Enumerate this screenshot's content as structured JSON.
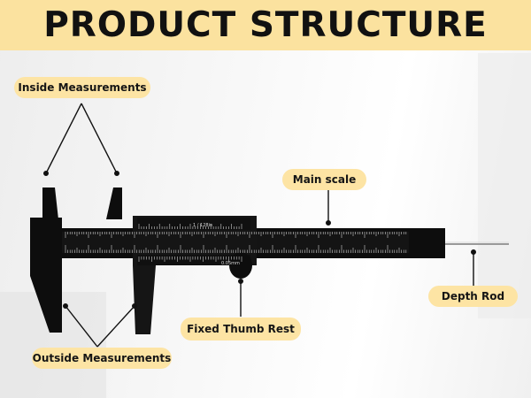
{
  "header": {
    "title": "PRODUCT STRUCTURE"
  },
  "labels": {
    "inside_measurements": "Inside Measurements",
    "main_scale": "Main scale",
    "depth_rod": "Depth Rod",
    "fixed_thumb_rest": "Fixed Thumb Rest",
    "outside_measurements": "Outside Measurements"
  },
  "caliper": {
    "unit_label": "1 / 128in",
    "resolution_label": "0.05mm"
  },
  "colors": {
    "header_bg": "#fbe29f",
    "label_bg": "#fde4a4",
    "caliper_body": "#0d0d0d",
    "line_color": "#111111"
  }
}
